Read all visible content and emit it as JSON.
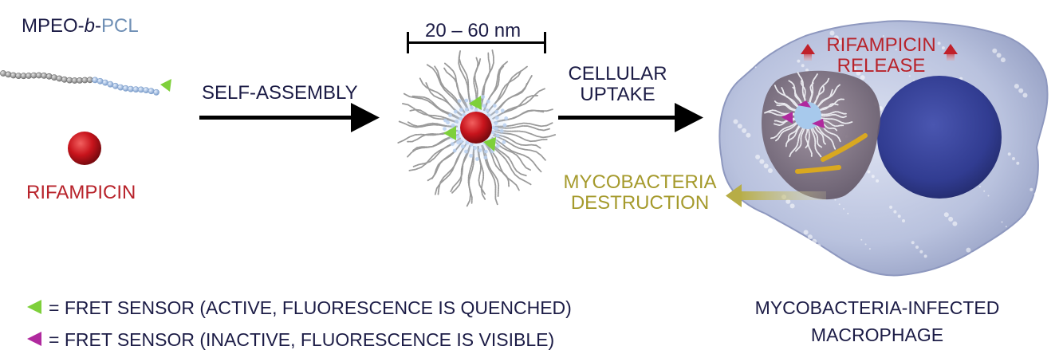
{
  "polymer": {
    "part1": "MPEO-",
    "part2": "b",
    "part3": "-",
    "part4": "PCL"
  },
  "drug_label": "RIFAMPICIN",
  "steps": {
    "self_assembly": "SELF-ASSEMBLY",
    "cellular_uptake_line1": "CELLULAR",
    "cellular_uptake_line2": "UPTAKE"
  },
  "micelle_size": "20 – 60 nm",
  "release": {
    "line1": "RIFAMPICIN",
    "line2": "RELEASE"
  },
  "destruction": {
    "line1": "MYCOBACTERIA",
    "line2": "DESTRUCTION"
  },
  "legend": {
    "active": "= FRET SENSOR (ACTIVE, FLUORESCENCE IS QUENCHED)",
    "inactive": "= FRET SENSOR (INACTIVE, FLUORESCENCE IS VISIBLE)",
    "active_color": "#7ed03a",
    "inactive_color": "#b0299e"
  },
  "cell_caption": {
    "line1": "MYCOBACTERIA-INFECTED",
    "line2": "MACROPHAGE"
  },
  "colors": {
    "rifampicin": "#c8141c",
    "peo_bead": "#a8a8a8",
    "pcl_bead": "#a9c6ea",
    "arrow": "#000000"
  }
}
